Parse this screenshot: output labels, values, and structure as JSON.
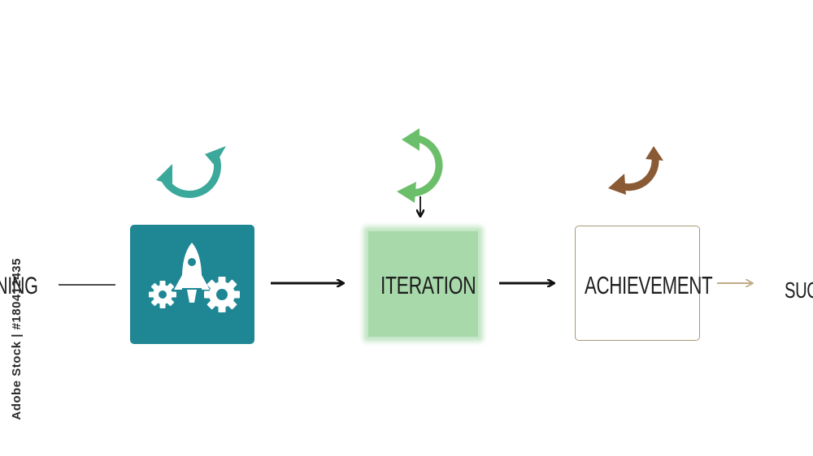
{
  "diagram": {
    "steps": [
      {
        "label": "NING",
        "kind": "text"
      },
      {
        "label": "",
        "kind": "icon-box",
        "icon": "rocket-gears-icon",
        "color": "#1f8794"
      },
      {
        "label": "ITERATION",
        "kind": "glow-box",
        "color": "#a7d9aa"
      },
      {
        "label": "ACHIEVEMENT",
        "kind": "outline-box",
        "color": "#a89876"
      },
      {
        "label": "SUC",
        "kind": "text"
      }
    ],
    "cycle_icons": [
      {
        "name": "cycle-arrow-teal-icon",
        "color": "#3aa89a"
      },
      {
        "name": "cycle-arrow-green-icon",
        "color": "#6cbf6a"
      },
      {
        "name": "cycle-arrow-brown-icon",
        "color": "#8a5a35"
      }
    ],
    "connector_color": "#111111",
    "accent_connector_color": "#c2aa86"
  },
  "watermark": "Adobe Stock | #180412435"
}
